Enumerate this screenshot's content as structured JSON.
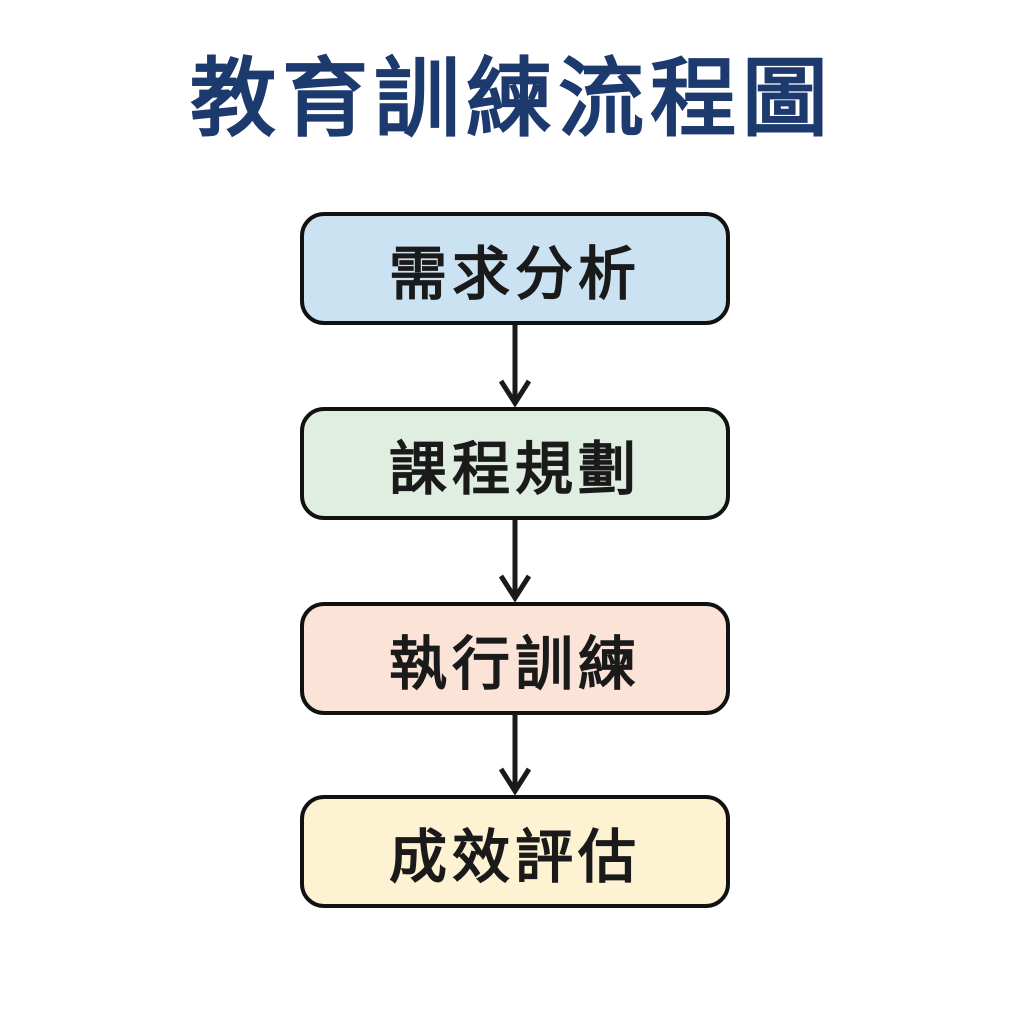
{
  "title": "教育訓練流程圖",
  "colors": {
    "title": "#1c3a6e",
    "box_border": "#111111",
    "box_text": "#1a1a1a",
    "arrow": "#1a1a1a",
    "background": "#ffffff"
  },
  "steps": [
    {
      "id": "needs-analysis",
      "label": "需求分析",
      "fill": "#cbe2f2"
    },
    {
      "id": "course-planning",
      "label": "課程規劃",
      "fill": "#dfeee0"
    },
    {
      "id": "training-execution",
      "label": "執行訓練",
      "fill": "#fbe3d7"
    },
    {
      "id": "effect-evaluation",
      "label": "成效評估",
      "fill": "#fdf2d2"
    }
  ],
  "arrow_icon": "down-arrow"
}
